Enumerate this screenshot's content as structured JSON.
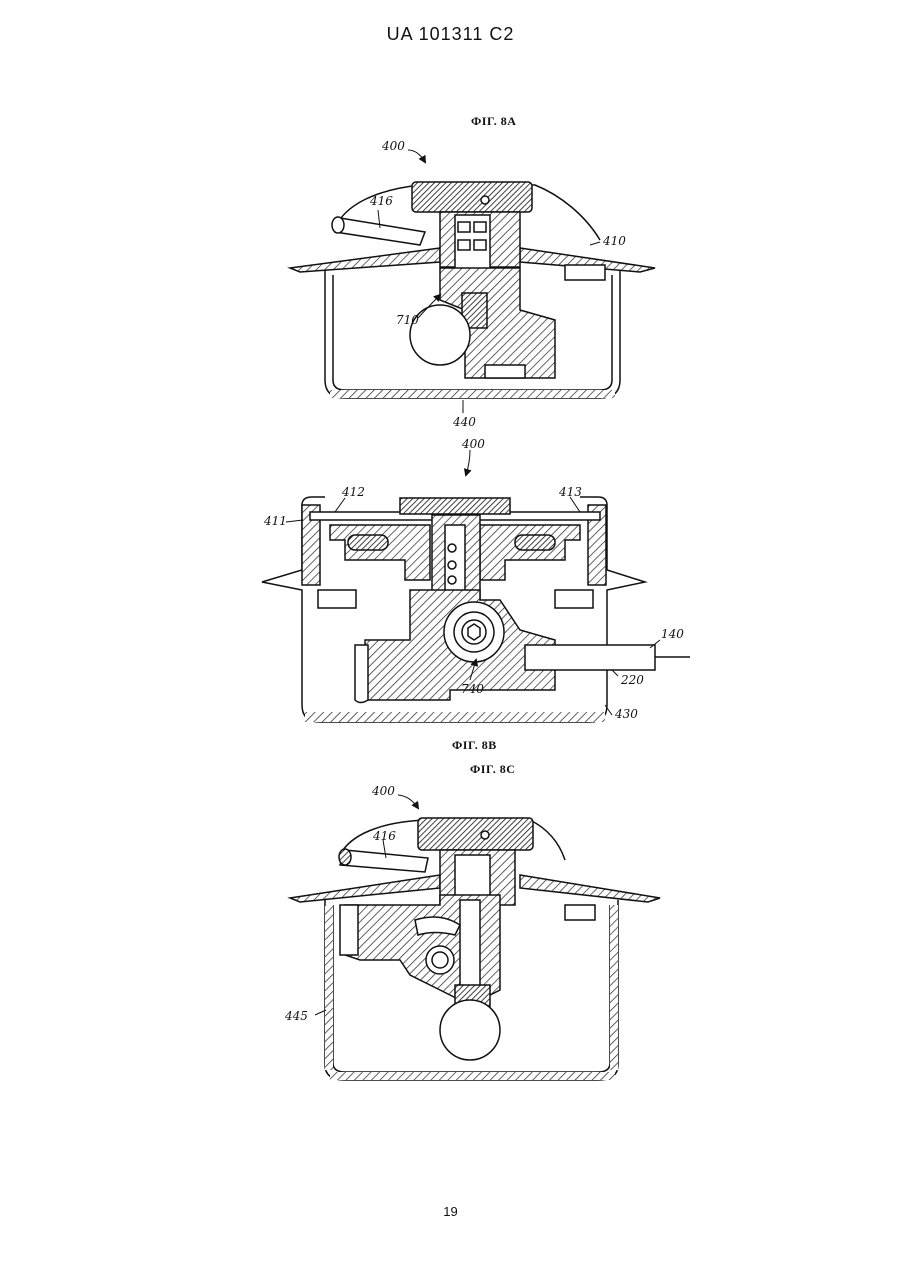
{
  "header": {
    "patent_number": "UA   101311   C2"
  },
  "figures": {
    "fig_8a": {
      "title": "ФІГ. 8А",
      "refs": {
        "r400": "400",
        "r416": "416",
        "r410": "410",
        "r710": "710",
        "r440": "440"
      }
    },
    "fig_8b": {
      "title": "ФІГ. 8В",
      "refs": {
        "r400": "400",
        "r412": "412",
        "r413": "413",
        "r411": "411",
        "r140": "140",
        "r220": "220",
        "r740": "740",
        "r430": "430"
      }
    },
    "fig_8c": {
      "title": "ФІГ. 8С",
      "refs": {
        "r400": "400",
        "r416": "416",
        "r445": "445"
      }
    }
  },
  "footer": {
    "page_number": "19"
  }
}
